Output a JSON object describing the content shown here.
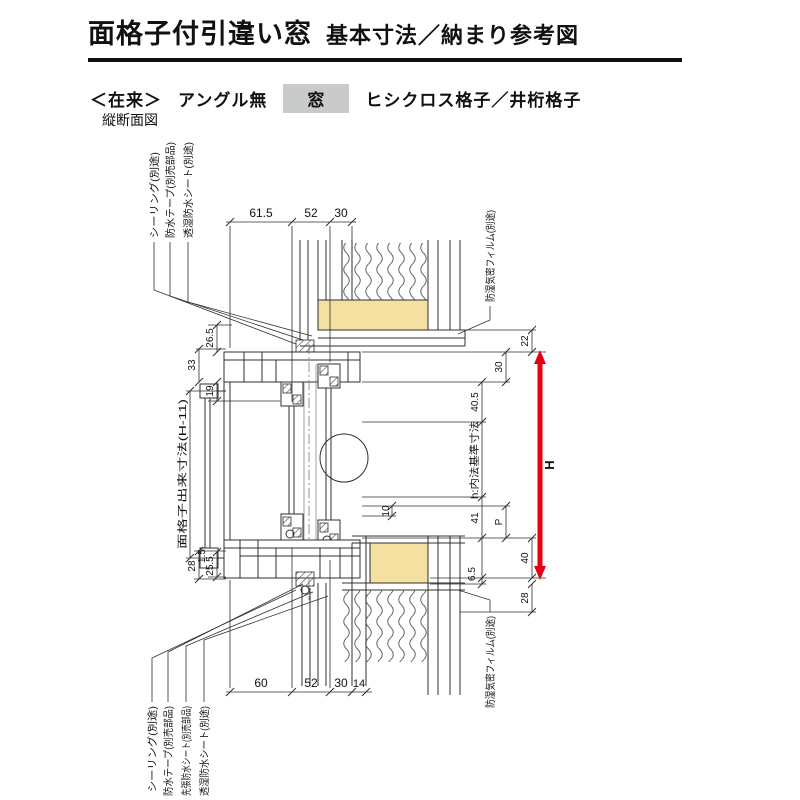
{
  "header": {
    "title_main": "面格子付引違い窓",
    "title_sub": "基本寸法／納まり参考図"
  },
  "subtitle": {
    "construction": "＜在来＞",
    "angle": "アングル無",
    "window": "窓",
    "grille_types": "ヒシクロス格子／井桁格子"
  },
  "section_label": "縦断面図",
  "drawing": {
    "dims_top": [
      "61.5",
      "52",
      "30"
    ],
    "dims_bottom": [
      "60",
      "52",
      "30",
      "14"
    ],
    "dims_left_top": [
      "33",
      "26.5",
      "19"
    ],
    "dims_left_bottom": [
      "28",
      "1.5",
      "25.5"
    ],
    "dims_right": [
      "22",
      "30",
      "40.5",
      "41",
      "P",
      "10",
      "40",
      "6.5",
      "28"
    ],
    "label_grille_dim": "面格子出来寸法(H-11)",
    "label_inner_height": "h:内法基準寸法",
    "label_height": "H",
    "leaders_top_left": [
      "シーリング(別途)",
      "防水テープ(別売部品)",
      "透湿防水シート(別途)"
    ],
    "leaders_bottom_left": [
      "シーリング(別途)",
      "防水テープ(別売部品)",
      "先張防水シート(別売部品)",
      "透湿防水シート(別途)"
    ],
    "leader_top_right": "防湿気密フィルム(別途)",
    "leader_bottom_right": "防湿気密フィルム(別途)",
    "colors": {
      "wood": "#F4E0A1",
      "red": "#E60012",
      "highlight": "#C9CACA",
      "line": "#2F2F2F"
    }
  }
}
